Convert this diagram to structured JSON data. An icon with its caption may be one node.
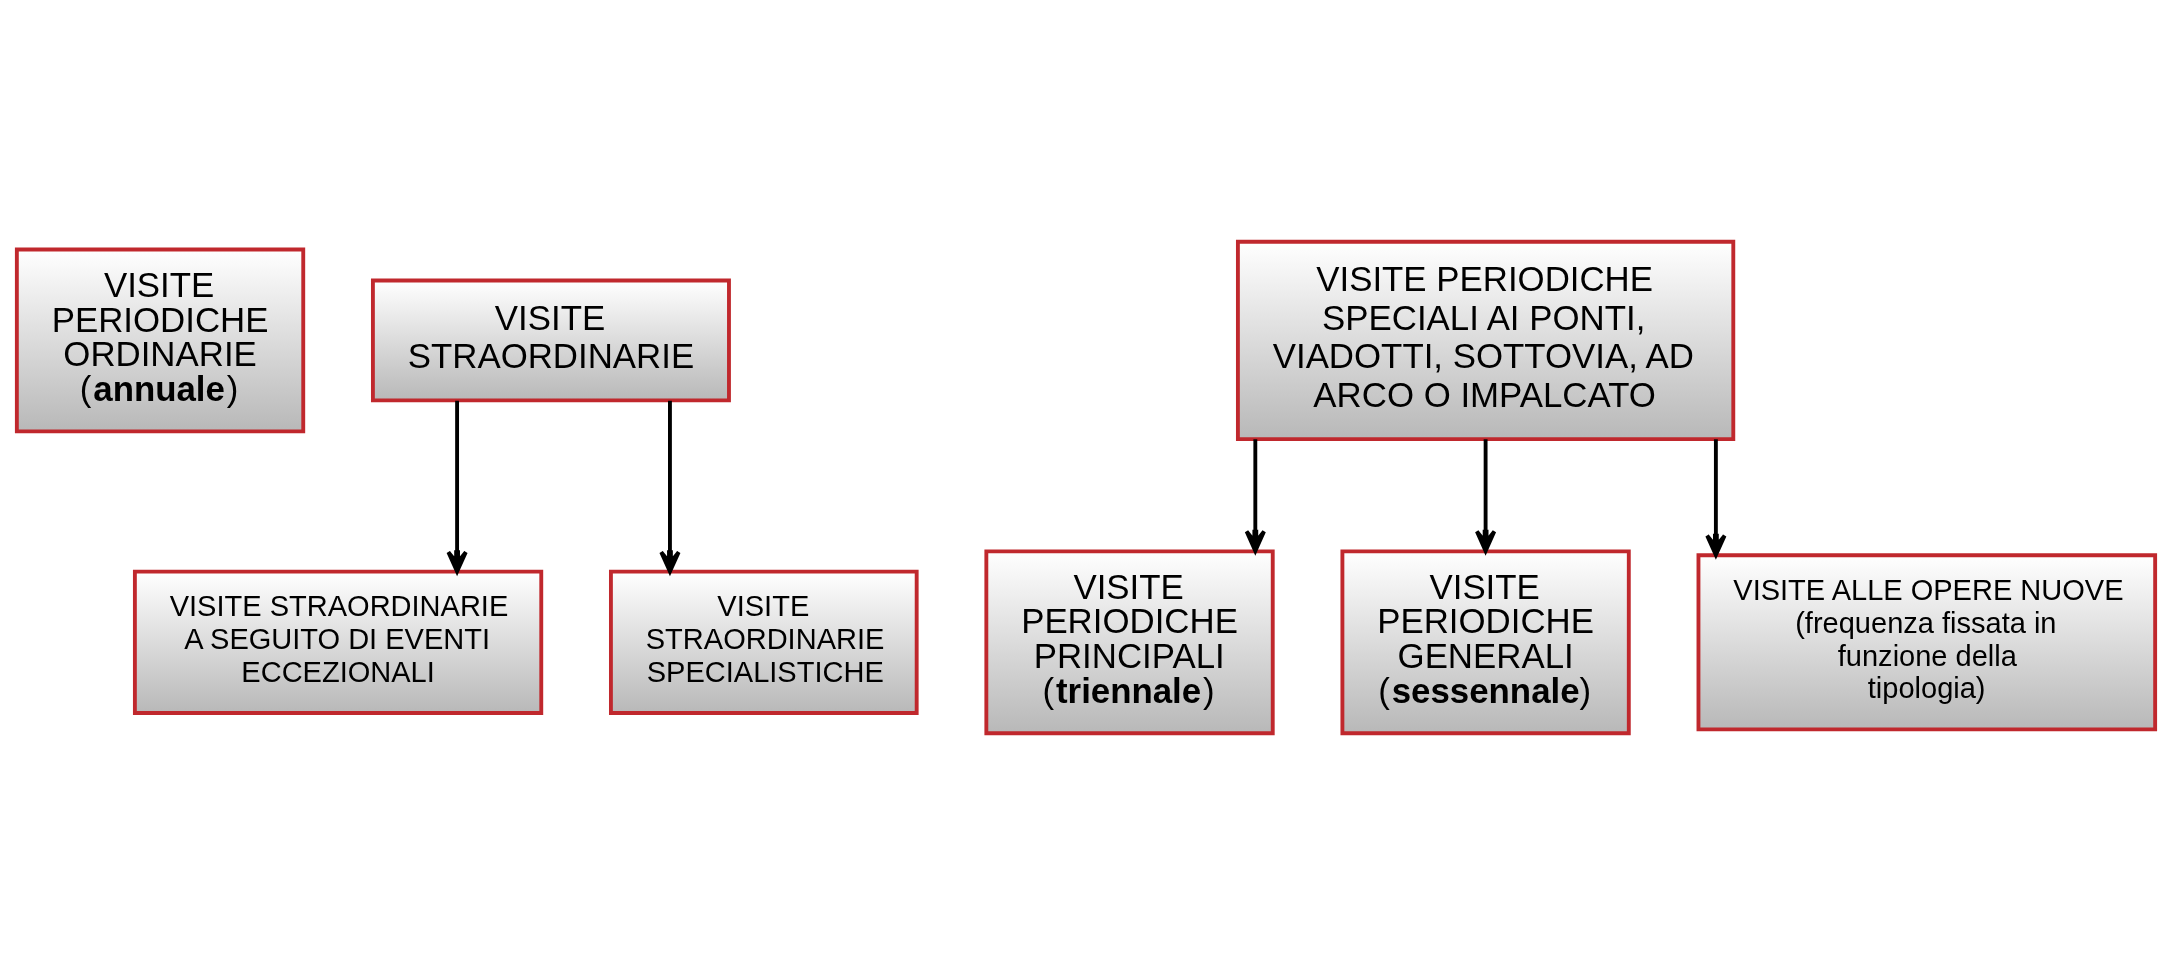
{
  "diagram": {
    "nodes": [
      {
        "text": [
          "VISITE PERIODICHE ORDINARIE (**annuale**)"
        ]
      },
      {
        "text": [
          "VISITE STRAORDINARIE"
        ]
      },
      {
        "text": [
          "VISITE STRAORDINARIE A SEGUITO DI EVENTI ECCEZIONALI"
        ]
      },
      {
        "text": [
          "VISITE STRAORDINARIE SPECIALISTICHE"
        ]
      },
      {
        "text": [
          "VISITE PERIODICHE SPECIALI AI PONTI, VIADOTTI, SOTTOVIA, AD ARCO O IMPALCATO"
        ]
      },
      {
        "text": [
          "VISITE PERIODICHE PRINCIPALI (**triennale**)"
        ]
      },
      {
        "text": [
          "VISITE PERIODICHE GENERALI (**sessennale**)"
        ]
      },
      {
        "text": [
          "VISITE ALLE OPERE NUOVE (frequenza fissata in funzione della tipologia)"
        ]
      }
    ],
    "edges": [
      {
        "from": 1,
        "to": 2,
        "arrow": "to"
      },
      {
        "from": 1,
        "to": 3,
        "arrow": "to"
      },
      {
        "from": 4,
        "to": 5,
        "arrow": "to"
      },
      {
        "from": 4,
        "to": 6,
        "arrow": "to"
      },
      {
        "from": 4,
        "to": 7,
        "arrow": "to"
      }
    ]
  }
}
